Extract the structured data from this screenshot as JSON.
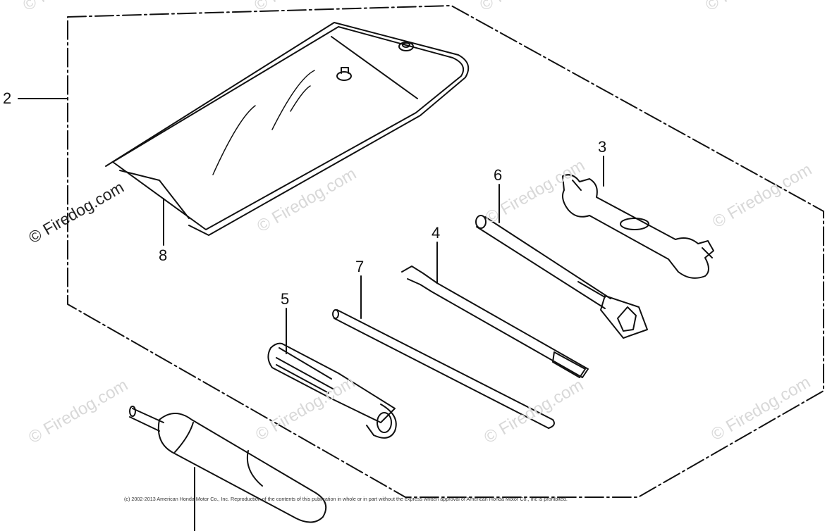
{
  "diagram": {
    "callouts": {
      "c2": "2",
      "c3": "3",
      "c4": "4",
      "c5": "5",
      "c6": "6",
      "c7": "7",
      "c8": "8"
    },
    "watermark": {
      "text": "© Firedog.com"
    },
    "copyright": "(c) 2002-2013 American Honda Motor Co., Inc. Reproduction of the contents of this publication in whole or in part without the express written approval of American Honda Motor Co., Inc is prohibited.",
    "colors": {
      "line": "#111111",
      "watermark": "#d8d8d8",
      "background": "#ffffff"
    }
  }
}
